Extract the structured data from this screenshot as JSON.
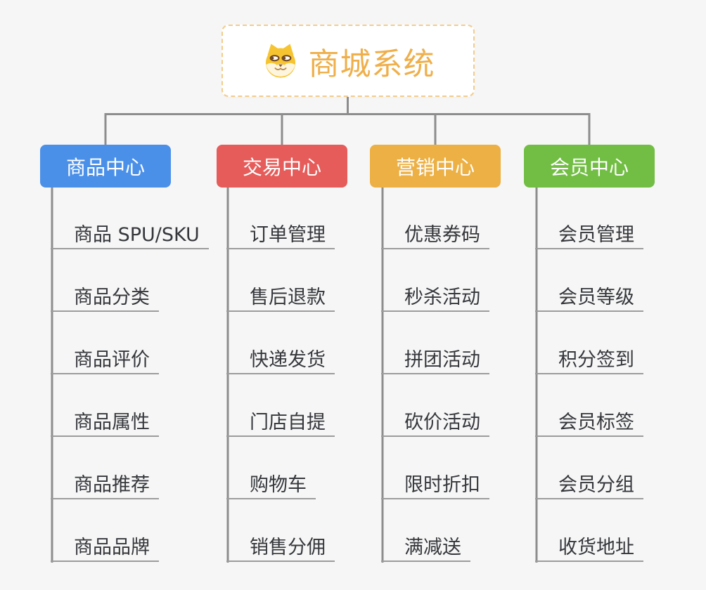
{
  "root": {
    "title": "商城系统",
    "icon": "shiba-dog-icon"
  },
  "branches": [
    {
      "label": "商品中心",
      "color": "#4b90e8",
      "items": [
        "商品 SPU/SKU",
        "商品分类",
        "商品评价",
        "商品属性",
        "商品推荐",
        "商品品牌"
      ]
    },
    {
      "label": "交易中心",
      "color": "#e65c5a",
      "items": [
        "订单管理",
        "售后退款",
        "快递发货",
        "门店自提",
        "购物车",
        "销售分佣"
      ]
    },
    {
      "label": "营销中心",
      "color": "#ecb044",
      "items": [
        "优惠券码",
        "秒杀活动",
        "拼团活动",
        "砍价活动",
        "限时折扣",
        "满减送"
      ]
    },
    {
      "label": "会员中心",
      "color": "#72be45",
      "items": [
        "会员管理",
        "会员等级",
        "积分签到",
        "会员标签",
        "会员分组",
        "收货地址"
      ]
    }
  ],
  "colors": {
    "background": "#f6f6f6",
    "root_border": "#f3cc8b",
    "root_title": "#efaf4a",
    "connector_line": "#8d8d8d",
    "leaf_underline": "#9c9c9c",
    "leaf_text": "#35373b",
    "header_text": "#ffffff"
  }
}
